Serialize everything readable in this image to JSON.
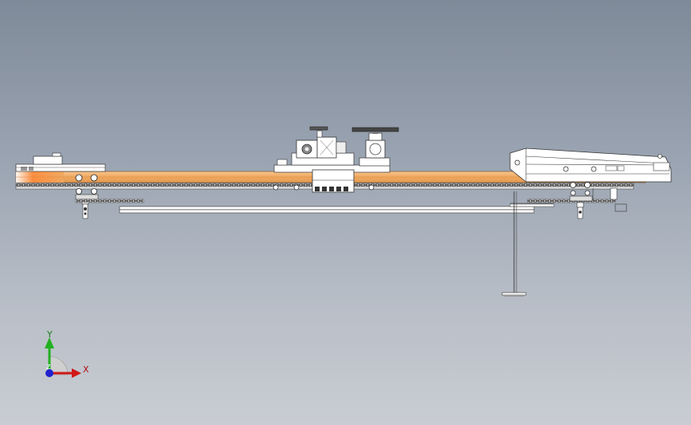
{
  "viewport": {
    "background": [
      "#7f8a99",
      "#c9cdd3"
    ]
  },
  "model": {
    "beam_color": "#f0a860",
    "beam_highlight": "#f7c48a",
    "beam_accent": "#e8702a",
    "metal_color": "#ffffff",
    "outline_color": "#2a2a2a",
    "chain_color": "#555555"
  },
  "triad": {
    "x_label": "X",
    "y_label": "Y",
    "z_label": "Z",
    "x_color": "#d01818",
    "y_color": "#22b022",
    "z_color": "#2020d0",
    "icons": [
      "axis-x-arrow-icon",
      "axis-y-arrow-icon",
      "axis-z-origin-icon"
    ]
  }
}
